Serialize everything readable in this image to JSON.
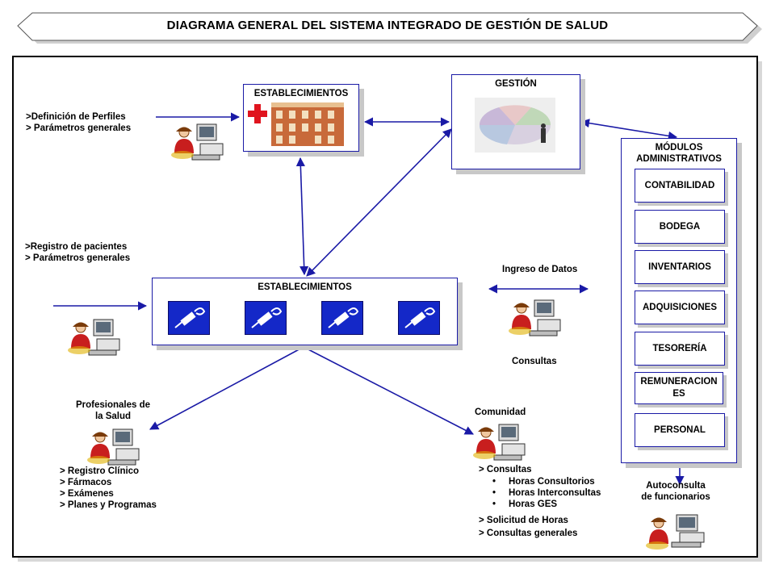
{
  "title": "DIAGRAMA GENERAL DEL SISTEMA INTEGRADO DE GESTIÓN DE SALUD",
  "top_left": {
    "lines": [
      ">Definición de Perfiles",
      "> Parámetros generales"
    ]
  },
  "establecimientos_top": {
    "label": "ESTABLECIMIENTOS"
  },
  "gestion": {
    "label": "GESTIÓN"
  },
  "modulos": {
    "title": "MÓDULOS ADMINISTRATIVOS",
    "items": [
      "CONTABILIDAD",
      "BODEGA",
      "INVENTARIOS",
      "ADQUISICIONES",
      "TESORERÍA",
      "REMUNERACIONES",
      "PERSONAL"
    ]
  },
  "mid_left": {
    "lines": [
      ">Registro de pacientes",
      "> Parámetros generales"
    ]
  },
  "establecimientos_center": {
    "label": "ESTABLECIMIENTOS"
  },
  "datos": {
    "ingreso": "Ingreso de Datos",
    "consultas": "Consultas"
  },
  "profesionales": {
    "title": "Profesionales de la Salud",
    "items": [
      "> Registro Clínico",
      "> Fármacos",
      "> Exámenes",
      "> Planes y Programas"
    ]
  },
  "comunidad": {
    "title": "Comunidad",
    "consultas": "> Consultas",
    "bullets": [
      "Horas Consultorios",
      "Horas Interconsultas",
      "Horas GES"
    ],
    "extra": [
      "> Solicitud de Horas",
      "> Consultas generales"
    ]
  },
  "autoconsulta": {
    "label": "Autoconsulta de funcionarios"
  },
  "colors": {
    "arrow": "#1a1aa6",
    "service_icon": "#1428c8",
    "cross": "#e0141e"
  },
  "icons": [
    "user-computer-icon",
    "hospital-building-icon",
    "red-cross-icon",
    "pie-chart-icon",
    "syringe-icon"
  ]
}
